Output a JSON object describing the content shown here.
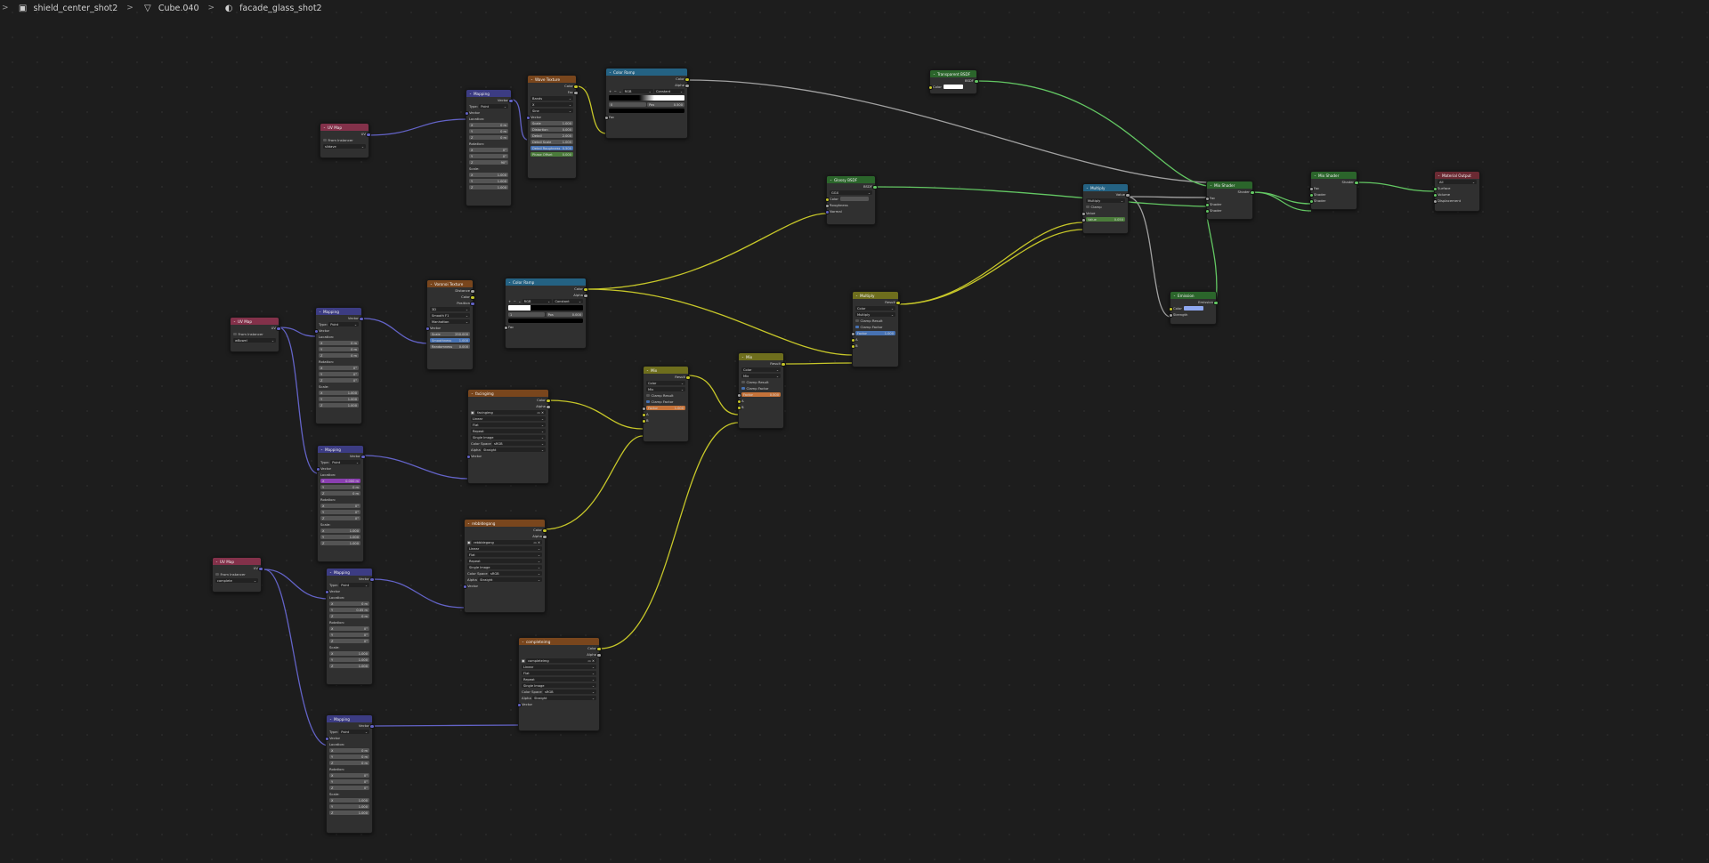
{
  "breadcrumb": [
    {
      "icon": "scene-icon",
      "label": "shield_center_shot2"
    },
    {
      "icon": "mesh-icon",
      "label": "Cube.040"
    },
    {
      "icon": "material-icon",
      "label": "facade_glass_shot2"
    }
  ],
  "colors": {
    "background": "#1d1d1d",
    "uv_header": "#83314a",
    "vector_header": "#3c3c83",
    "texture_header": "#79461d",
    "converter_header": "#246283",
    "shader_header": "#2b652b",
    "color_header": "#6e6e1d",
    "output_header": "#6b2a33",
    "link_vector": "#6363c7",
    "link_color": "#c7c729",
    "link_float": "#a1a1a1",
    "link_shader": "#63c763"
  },
  "nodes": {
    "uvmap1": {
      "title": "UV Map",
      "out": "UV",
      "from_instancer": "From Instancer",
      "uv": "slidave"
    },
    "uvmap2": {
      "title": "UV Map",
      "out": "UV",
      "from_instancer": "From Instancer",
      "uv": "wBowel"
    },
    "uvmap3": {
      "title": "UV Map",
      "out": "UV",
      "from_instancer": "From Instancer",
      "uv": "complete"
    },
    "mapping1": {
      "title": "Mapping",
      "out": "Vector",
      "type_label": "Type:",
      "type": "Point",
      "vector": "Vector",
      "location": "Location:",
      "rotation": "Rotation:",
      "scale": "Scale:",
      "loc": [
        "0 m",
        "0 m",
        "0 m"
      ],
      "rot": [
        "0°",
        "0°",
        "90°"
      ],
      "scl": [
        "1.000",
        "1.000",
        "1.000"
      ]
    },
    "mapping2": {
      "title": "Mapping",
      "out": "Vector",
      "type_label": "Type:",
      "type": "Point",
      "vector": "Vector",
      "location": "Location:",
      "rotation": "Rotation:",
      "scale": "Scale:",
      "loc": [
        "0 m",
        "0 m",
        "0 m"
      ],
      "rot": [
        "0°",
        "0°",
        "0°"
      ],
      "scl": [
        "1.000",
        "1.000",
        "1.000"
      ]
    },
    "mapping3": {
      "title": "Mapping",
      "out": "Vector",
      "type_label": "Type:",
      "type": "Point",
      "vector": "Vector",
      "location": "Location:",
      "rotation": "Rotation:",
      "scale": "Scale:",
      "loc": [
        "0.000 m",
        "0 m",
        "0 m"
      ],
      "rot": [
        "0°",
        "0°",
        "0°"
      ],
      "scl": [
        "1.000",
        "1.000",
        "1.000"
      ]
    },
    "mapping4": {
      "title": "Mapping",
      "out": "Vector",
      "type_label": "Type:",
      "type": "Point",
      "vector": "Vector",
      "location": "Location:",
      "rotation": "Rotation:",
      "scale": "Scale:",
      "loc": [
        "0 m",
        "0.05 m",
        "0 m"
      ],
      "rot": [
        "0°",
        "0°",
        "0°"
      ],
      "scl": [
        "1.000",
        "1.000",
        "1.000"
      ]
    },
    "mapping5": {
      "title": "Mapping",
      "out": "Vector",
      "type_label": "Type:",
      "type": "Point",
      "vector": "Vector",
      "location": "Location:",
      "rotation": "Rotation:",
      "scale": "Scale:",
      "loc": [
        "0 m",
        "0 m",
        "0 m"
      ],
      "rot": [
        "0°",
        "0°",
        "0°"
      ],
      "scl": [
        "1.000",
        "1.000",
        "1.000"
      ]
    },
    "wave": {
      "title": "Wave Texture",
      "out_color": "Color",
      "out_fac": "Fac",
      "bands": "Bands",
      "dir": "X",
      "profile": "Sine",
      "vector": "Vector",
      "params": [
        [
          "Scale",
          "1.000"
        ],
        [
          "Distortion",
          "0.000"
        ],
        [
          "Detail",
          "2.000"
        ],
        [
          "Detail Scale",
          "1.000"
        ],
        [
          "Detail Roughness",
          "0.500"
        ],
        [
          "Phase Offset",
          "0.000"
        ]
      ]
    },
    "ramp1": {
      "title": "Color Ramp",
      "out_color": "Color",
      "out_alpha": "Alpha",
      "mode": "RGB",
      "interp": "Constant",
      "pos_label": "Pos",
      "pos": "0.500",
      "idx": "0",
      "fac": "Fac"
    },
    "voronoi": {
      "title": "Voronoi Texture",
      "out_dist": "Distance",
      "out_color": "Color",
      "out_pos": "Position",
      "dim": "3D",
      "metric": "Smooth F1",
      "dist": "Manhattan",
      "vector": "Vector",
      "params": [
        [
          "Scale",
          "250.000"
        ],
        [
          "Smoothness",
          "1.000"
        ],
        [
          "Randomness",
          "0.000"
        ]
      ]
    },
    "ramp2": {
      "title": "Color Ramp",
      "out_color": "Color",
      "out_alpha": "Alpha",
      "mode": "RGB",
      "interp": "Constant",
      "pos_label": "Pos",
      "pos": "0.000",
      "idx": "1",
      "fac": "Fac"
    },
    "glossy": {
      "title": "Glossy BSDF",
      "out": "BSDF",
      "dist": "GGX",
      "color": "Color",
      "rough": "Roughness",
      "normal": "Normal"
    },
    "transparent": {
      "title": "Transparent BSDF",
      "out": "BSDF",
      "color": "Color"
    },
    "multiply_top": {
      "title": "Multiply",
      "out": "Value",
      "op": "Multiply",
      "clamp": "Clamp",
      "value": "Value",
      "value2_label": "Value",
      "value2": "0.050"
    },
    "multiply_mid": {
      "title": "Multiply",
      "out": "Result",
      "color": "Color",
      "op": "Multiply",
      "clamp_result": "Clamp Result",
      "clamp_factor": "Clamp Factor",
      "factor_label": "Factor",
      "factor": "1.000",
      "a": "A",
      "b": "B"
    },
    "mix1": {
      "title": "Mix",
      "out": "Result",
      "color": "Color",
      "op": "Mix",
      "clamp_result": "Clamp Result",
      "clamp_factor": "Clamp Factor",
      "factor_label": "Factor",
      "factor": "1.000",
      "a": "A",
      "b": "B"
    },
    "mix2": {
      "title": "Mix",
      "out": "Result",
      "color": "Color",
      "op": "Mix",
      "clamp_result": "Clamp Result",
      "clamp_factor": "Clamp Factor",
      "factor_label": "Factor",
      "factor": "0.500",
      "a": "A",
      "b": "B"
    },
    "img1": {
      "title": "facingimg",
      "out_color": "Color",
      "out_alpha": "Alpha",
      "file": "facingimg",
      "interp": "Linear",
      "proj": "Flat",
      "ext": "Repeat",
      "src": "Single Image",
      "cs_label": "Color Space",
      "cs": "sRGB",
      "alpha_label": "Alpha",
      "alpha": "Straight",
      "vector": "Vector"
    },
    "img2": {
      "title": "rebbldegang",
      "out_color": "Color",
      "out_alpha": "Alpha",
      "file": "rebbldegang",
      "interp": "Linear",
      "proj": "Flat",
      "ext": "Repeat",
      "src": "Single Image",
      "cs_label": "Color Space",
      "cs": "sRGB",
      "alpha_label": "Alpha",
      "alpha": "Straight",
      "vector": "Vector"
    },
    "img3": {
      "title": "completeimg",
      "out_color": "Color",
      "out_alpha": "Alpha",
      "file": "completeimg",
      "interp": "Linear",
      "proj": "Flat",
      "ext": "Repeat",
      "src": "Single Image",
      "cs_label": "Color Space",
      "cs": "sRGB",
      "alpha_label": "Alpha",
      "alpha": "Straight",
      "vector": "Vector"
    },
    "mixshader1": {
      "title": "Mix Shader",
      "out": "Shader",
      "fac": "Fac",
      "sh1": "Shader",
      "sh2": "Shader"
    },
    "mixshader2": {
      "title": "Mix Shader",
      "out": "Shader",
      "fac": "Fac",
      "sh1": "Shader",
      "sh2": "Shader"
    },
    "emission": {
      "title": "Emission",
      "out": "Emission",
      "color": "Color",
      "strength": "Strength"
    },
    "output": {
      "title": "Material Output",
      "target": "All",
      "surface": "Surface",
      "volume": "Volume",
      "disp": "Displacement"
    }
  }
}
